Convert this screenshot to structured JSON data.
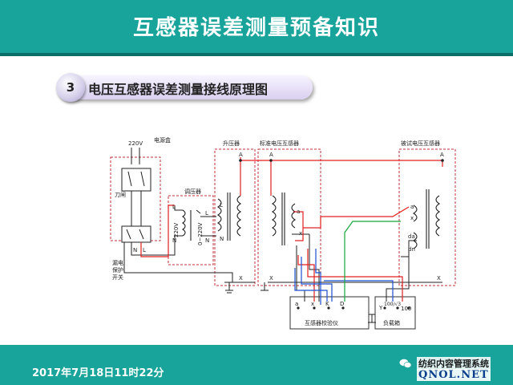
{
  "header": {
    "title": "互感器误差测量预备知识"
  },
  "section": {
    "number": "3",
    "title": "电压互感器误差测量接线原理图"
  },
  "diagram": {
    "labels": {
      "voltage_220v": "220V",
      "power_box": "电源盒",
      "knife_switch": "刀闸",
      "leakage_switch": "漏电保护开关",
      "regulator": "调压器",
      "regulator_in": "220V",
      "regulator_out": "0~220V",
      "step_up": "升压器",
      "standard_pt": "标准电压互感器",
      "test_pt": "被试电压互感器",
      "calibrator": "互感器校验仪",
      "burden_box": "负载箱"
    },
    "terminals": {
      "A": "A",
      "X": "X",
      "L": "L",
      "N": "N",
      "a": "a",
      "x": "x",
      "da": "da",
      "dn": "dn",
      "a_std": "a",
      "x_std": "x",
      "cal_a": "a",
      "cal_x": "x",
      "cal_K": "K",
      "cal_D": "D",
      "b_Y": "Y",
      "b_100v3": "100/√3",
      "b_100": "100"
    }
  },
  "footer": {
    "date": "2017年7月18日11时22分"
  },
  "watermark": {
    "line1": "纺织内容管理系统",
    "line2": "QNOL.NET"
  },
  "colors": {
    "header_bg": "#18a49b",
    "wire_red": "#e02020",
    "wire_blue": "#1a4fd0",
    "wire_green": "#16a83a",
    "wire_black": "#222222",
    "dashed_frame": "#c0303a"
  }
}
